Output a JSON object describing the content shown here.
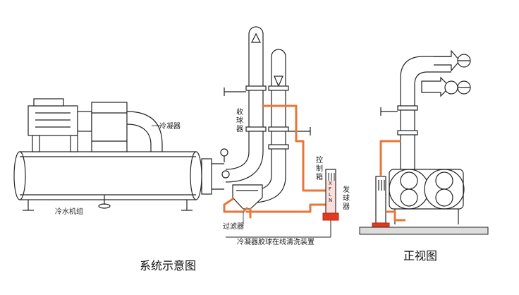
{
  "labels": {
    "condenser": "冷凝器",
    "chiller_unit": "冷水机组",
    "collector": "收球器",
    "controller": "控制箱",
    "launcher": "发球器",
    "filter": "过滤器",
    "device_name": "冷凝器胶球在线清洗装置",
    "brand": "XFLN"
  },
  "captions": {
    "system_diagram": "系统示意图",
    "front_view": "正视图"
  },
  "colors": {
    "line": "#222222",
    "pipe_accent": "#e8763a",
    "base_fill": "#dcdcdc",
    "device_red": "#e23a1e"
  }
}
